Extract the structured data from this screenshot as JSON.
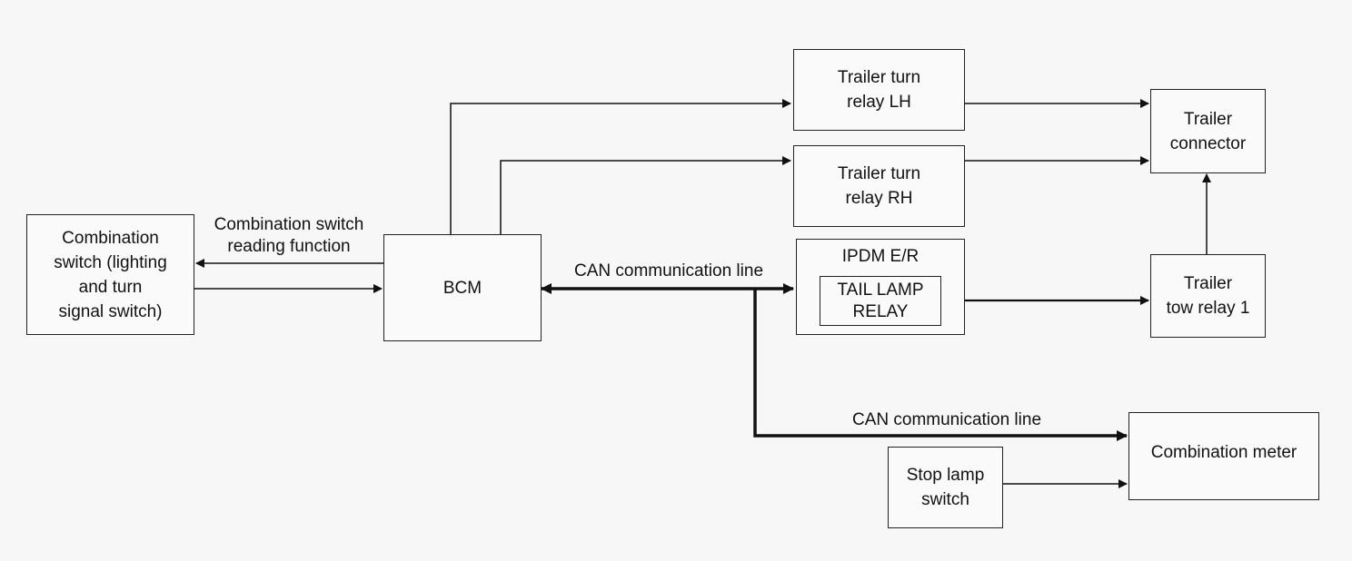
{
  "diagram": {
    "nodes": {
      "combination_switch": "Combination\nswitch (lighting\nand turn\nsignal switch)",
      "bcm": "BCM",
      "trailer_turn_relay_lh": "Trailer turn\nrelay LH",
      "trailer_turn_relay_rh": "Trailer turn\nrelay RH",
      "ipdm_er": "IPDM E/R",
      "tail_lamp_relay": "TAIL LAMP\nRELAY",
      "trailer_connector": "Trailer\nconnector",
      "trailer_tow_relay_1": "Trailer\ntow relay 1",
      "combination_meter": "Combination meter",
      "stop_lamp_switch": "Stop lamp\nswitch"
    },
    "labels": {
      "combination_switch_reading_function": "Combination switch\nreading function",
      "can_line_top": "CAN communication line",
      "can_line_bottom": "CAN communication line"
    },
    "colors": {
      "line": "#111111",
      "box_border": "#222222",
      "background": "#f7f7f7"
    }
  }
}
